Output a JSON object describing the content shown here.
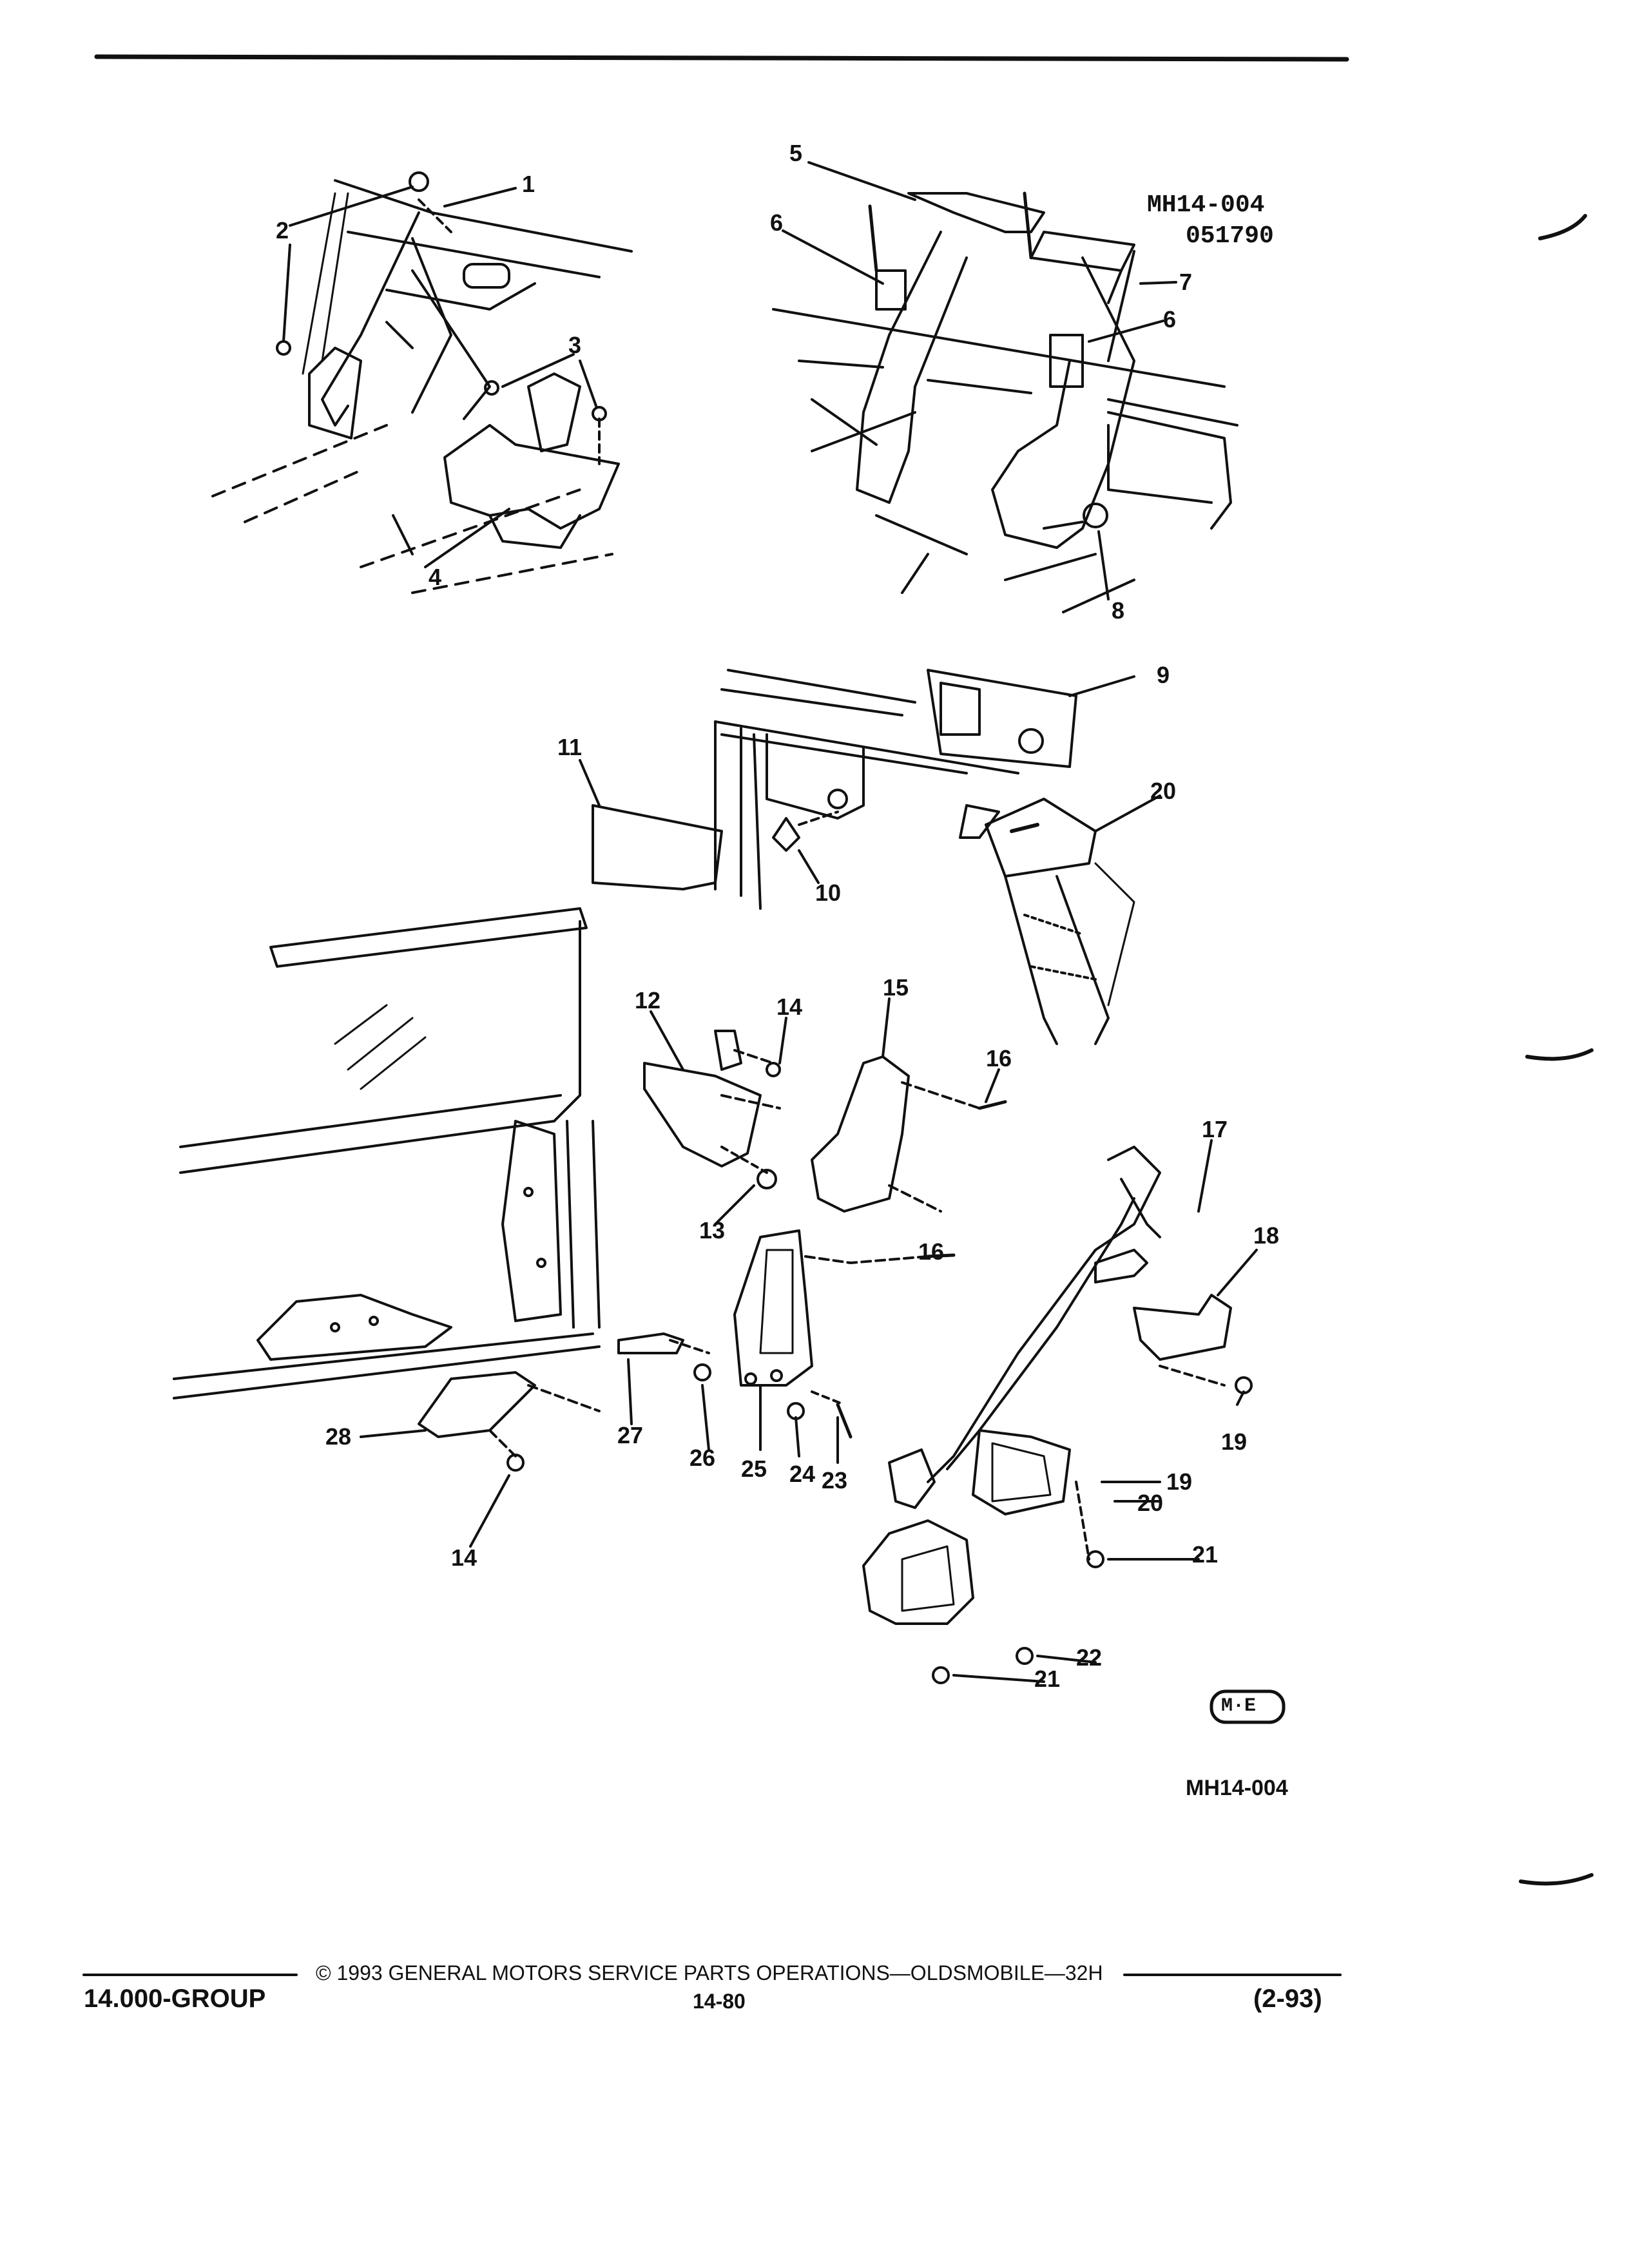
{
  "top_right_code_1": "MH14-004",
  "top_right_code_2": "051790",
  "logo_text": "M·E",
  "figure_id": "MH14-004",
  "callouts": {
    "c1": "1",
    "c2": "2",
    "c3": "3",
    "c4": "4",
    "c5": "5",
    "c6a": "6",
    "c6b": "6",
    "c7": "7",
    "c8": "8",
    "c9": "9",
    "c10": "10",
    "c11": "11",
    "c12": "12",
    "c13": "13",
    "c14a": "14",
    "c14b": "14",
    "c15": "15",
    "c16a": "16",
    "c16b": "16",
    "c17": "17",
    "c18": "18",
    "c19a": "19",
    "c19b": "19",
    "c20a": "20",
    "c20b": "20",
    "c21a": "21",
    "c21b": "21",
    "c22": "22",
    "c23": "23",
    "c24": "24",
    "c25": "25",
    "c26": "26",
    "c27": "27",
    "c28": "28"
  },
  "footer": {
    "copyright": "© 1993 GENERAL MOTORS SERVICE PARTS OPERATIONS—OLDSMOBILE—32H",
    "group": "14.000-GROUP",
    "page": "14-80",
    "date": "(2-93)"
  }
}
